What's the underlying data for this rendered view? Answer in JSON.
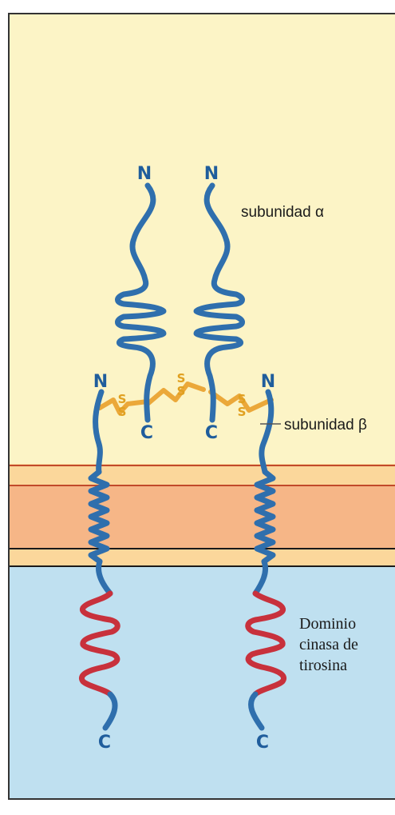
{
  "labels": {
    "alpha_subunit": "subunidad α",
    "beta_subunit": "subunidad β",
    "domain_line1": "Dominio",
    "domain_line2": "cinasa de",
    "domain_line3": "tirosina",
    "n_terminal": "N",
    "c_terminal": "C",
    "disulfide_s": "S"
  },
  "colors": {
    "extracellular": "#fcf4c6",
    "intracellular": "#bfe0f0",
    "membrane_core": "#f6b687",
    "membrane_head": "#fbd79b",
    "membrane_line": "#c24a2a",
    "chain_blue": "#2f6fad",
    "kinase_red": "#c8313c",
    "disulfide": "#eba83a",
    "frame": "#333333"
  }
}
